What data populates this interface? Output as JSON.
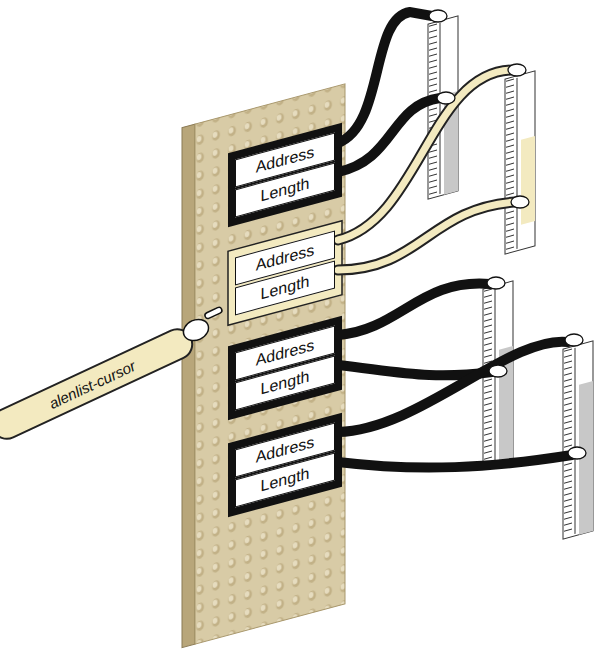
{
  "diagram": {
    "nodes": [
      {
        "text": [
          "Address"
        ]
      },
      {
        "text": [
          "Length"
        ]
      },
      {
        "text": [
          "Address"
        ]
      },
      {
        "text": [
          "Length"
        ]
      },
      {
        "text": [
          "Address"
        ]
      },
      {
        "text": [
          "Length"
        ]
      },
      {
        "text": [
          "Address"
        ]
      },
      {
        "text": [
          "Length"
        ]
      },
      {
        "text": [
          "alenlist-cursor"
        ]
      }
    ]
  }
}
